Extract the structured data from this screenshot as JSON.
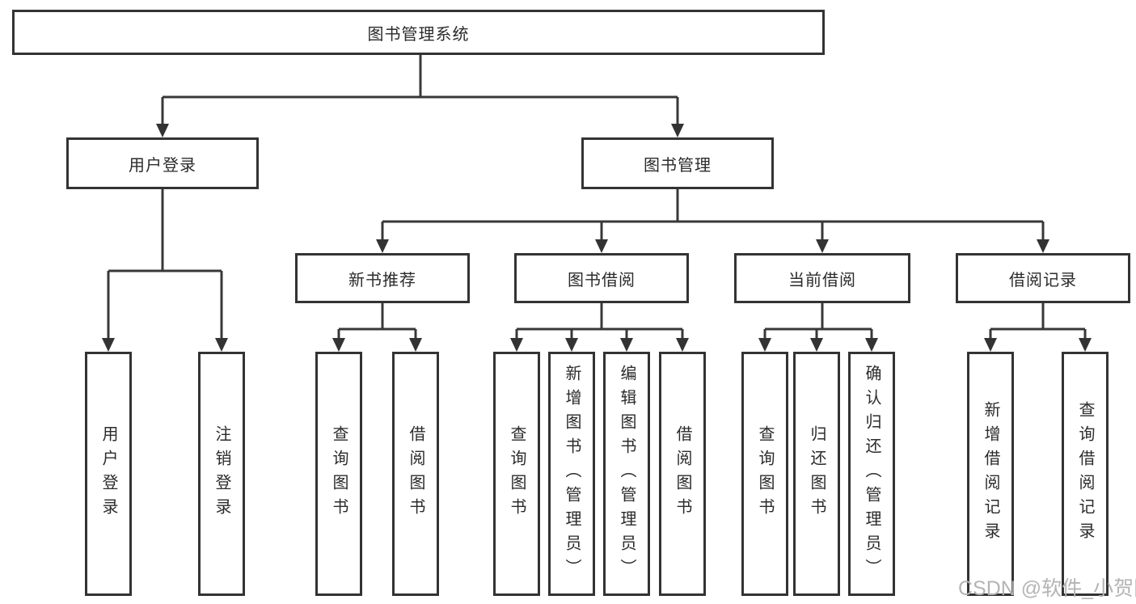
{
  "diagram": {
    "background": "#ffffff",
    "line_color": "#383838",
    "box_border_color": "#333333",
    "text_color": "#2b2b2b",
    "watermark": {
      "text": "CSDN @软件_小贺同学",
      "color": "#b4b4b4"
    },
    "tree": {
      "label": "图书管理系统",
      "children": [
        {
          "label": "用户登录",
          "children": [
            {
              "label": "用户登录"
            },
            {
              "label": "注销登录"
            }
          ]
        },
        {
          "label": "图书管理",
          "children": [
            {
              "label": "新书推荐",
              "children": [
                {
                  "label": "查询图书"
                },
                {
                  "label": "借阅图书"
                }
              ]
            },
            {
              "label": "图书借阅",
              "children": [
                {
                  "label": "查询图书"
                },
                {
                  "label": "新增图书（管理员）"
                },
                {
                  "label": "编辑图书（管理员）"
                },
                {
                  "label": "借阅图书"
                }
              ]
            },
            {
              "label": "当前借阅",
              "children": [
                {
                  "label": "查询图书"
                },
                {
                  "label": "归还图书"
                },
                {
                  "label": "确认归还（管理员）"
                }
              ]
            },
            {
              "label": "借阅记录",
              "children": [
                {
                  "label": "新增借阅记录"
                },
                {
                  "label": "查询借阅记录"
                }
              ]
            }
          ]
        }
      ]
    }
  }
}
